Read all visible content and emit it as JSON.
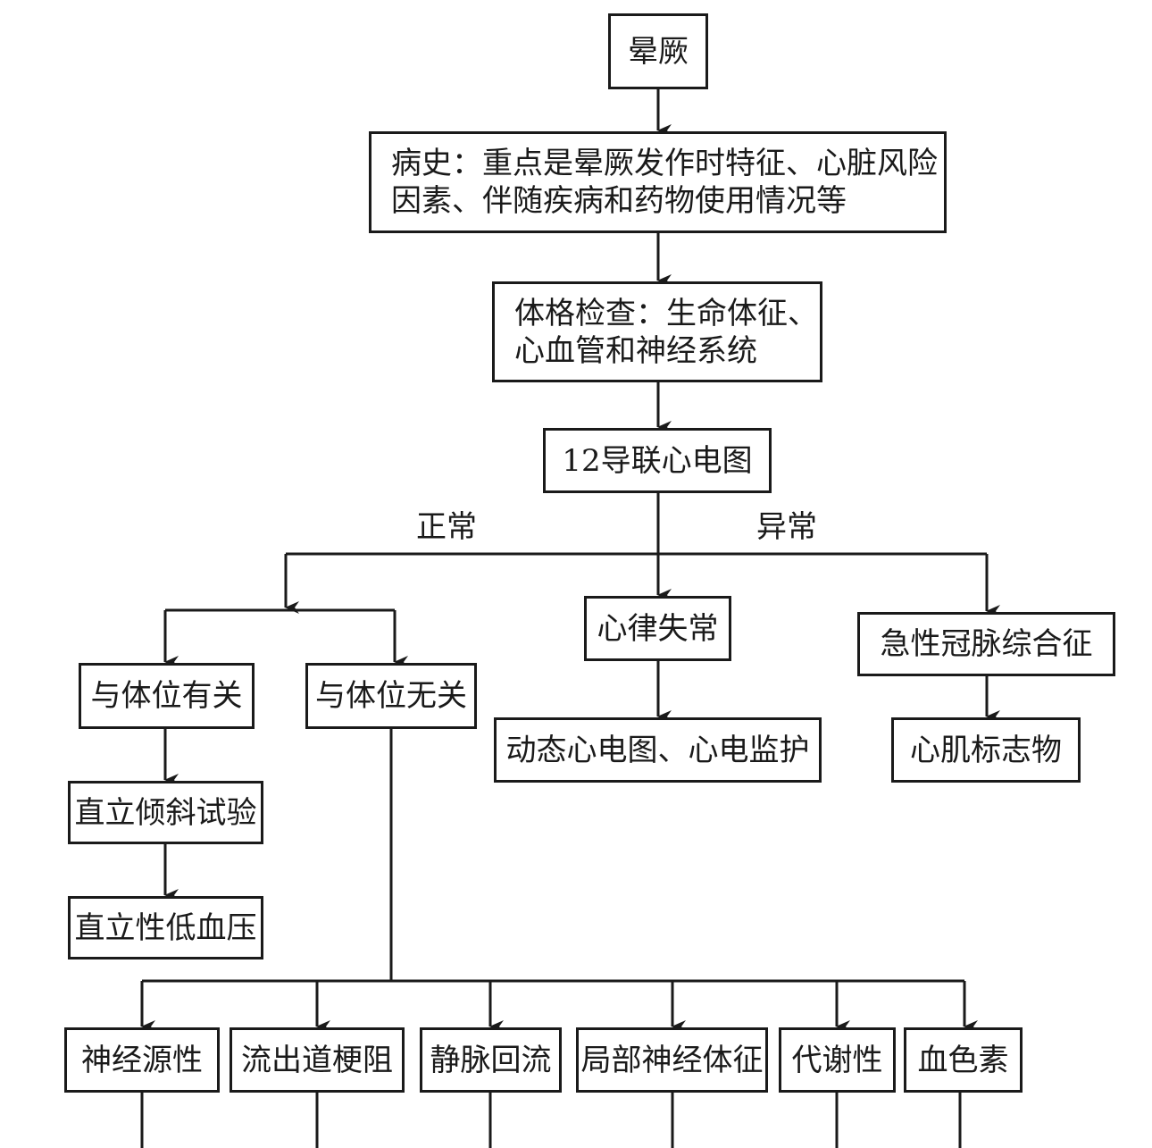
{
  "nodes": {
    "syncope": "晕厥",
    "history_line1": "病史：重点是晕厥发作时特征、心脏风险",
    "history_line2": "因素、伴随疾病和药物使用情况等",
    "exam_line1": "体格检查：生命体征、",
    "exam_line2": "心血管和神经系统",
    "ecg": "12导联心电图",
    "posture_related": "与体位有关",
    "posture_unrelated": "与体位无关",
    "arrhythmia": "心律失常",
    "acs": "急性冠脉综合征",
    "tilt_test": "直立倾斜试验",
    "holter": "动态心电图、心电监护",
    "cardiac_markers": "心肌标志物",
    "orthostatic_hypotension": "直立性低血压",
    "neurogenic": "神经源性",
    "outflow_obstruction": "流出道梗阻",
    "venous_return": "静脉回流",
    "focal_neuro": "局部神经体征",
    "metabolic": "代谢性",
    "hemoglobin": "血色素"
  },
  "edge_labels": {
    "normal": "正常",
    "abnormal": "异常"
  }
}
